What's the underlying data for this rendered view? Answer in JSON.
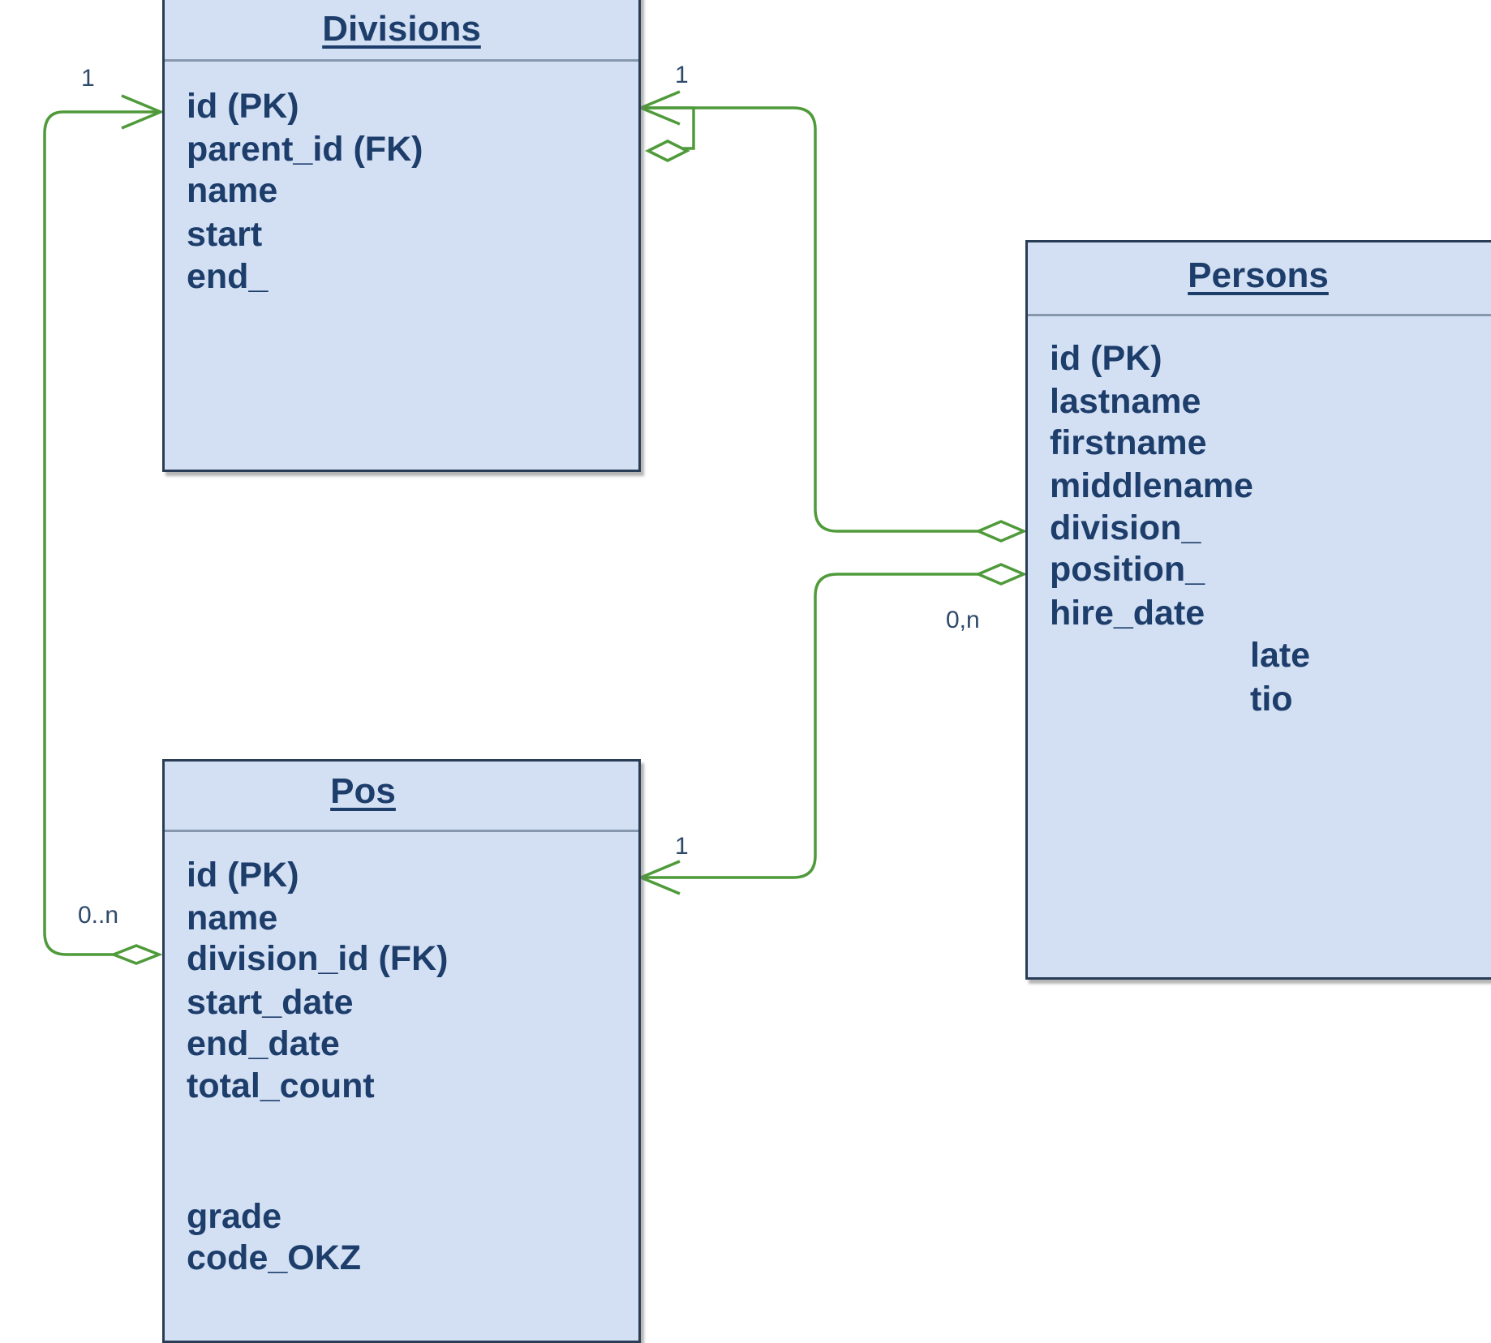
{
  "entities": {
    "divisions": {
      "title": "Divisions",
      "attributes": [
        "id (PK)",
        "parent_id (FK)",
        "name",
        "start",
        "end_"
      ]
    },
    "persons": {
      "title": "Persons",
      "attributes": [
        "id (PK)",
        "lastname",
        "firstname",
        "middlename",
        "division_",
        "position_",
        "hire_date",
        "late",
        "tio"
      ]
    },
    "pos": {
      "title": "Pos",
      "attributes": [
        "id (PK)",
        "name",
        "division_id (FK)",
        "start_date",
        "end_date",
        "total_count",
        "grade",
        "code_OKZ"
      ]
    }
  },
  "multiplicities": {
    "divisions_left_1": "1",
    "divisions_right_1": "1",
    "pos_right_1": "1",
    "pos_left_0n": "0..n",
    "persons_0n": "0,n"
  },
  "colors": {
    "entity_fill": "#d3e0f3",
    "entity_border": "#2a3d57",
    "text": "#1d3d6b",
    "connector": "#4f9a3a"
  }
}
